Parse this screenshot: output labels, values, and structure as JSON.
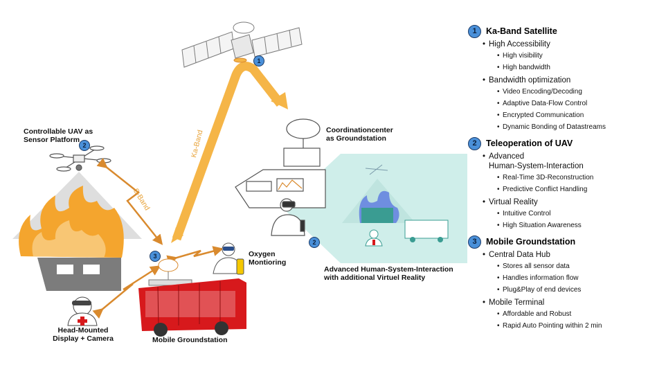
{
  "labels": {
    "uav": "Controllable UAV as\nSensor Platform",
    "coord": "Coordinationcenter\nas Groundstation",
    "oxygen": "Oxygen\nMontioring",
    "advanced": "Advanced Human-System-Interaction\nwith additional Virtuel Reality",
    "hmd": "Head-Mounted\nDisplay + Camera",
    "mobile": "Mobile Groundstation"
  },
  "bands": {
    "ka": "Ka-Band",
    "s": "S-Band"
  },
  "badges": {
    "one": "1",
    "two": "2",
    "three": "3"
  },
  "colors": {
    "arrow_orange": "#f5b547",
    "link_orange": "#d98a2e",
    "badge_blue": "#4a90d9",
    "vr_teal": "#cfeeea",
    "truck_red": "#d7191c",
    "fire_orange": "#f4a52e"
  },
  "legend": [
    {
      "num": "1",
      "title": "Ka-Band Satellite",
      "items": [
        {
          "label": "High Accessibility",
          "sub": [
            "High visibility",
            "High bandwidth"
          ]
        },
        {
          "label": "Bandwidth optimization",
          "sub": [
            "Video Encoding/Decoding",
            "Adaptive Data-Flow Control",
            "Encrypted Communication",
            "Dynamic Bonding of Datastreams"
          ]
        }
      ]
    },
    {
      "num": "2",
      "title": "Teleoperation of UAV",
      "items": [
        {
          "label": "Advanced\nHuman-System-Interaction",
          "sub": [
            "Real-Time 3D-Reconstruction",
            "Predictive Conflict Handling"
          ]
        },
        {
          "label": "Virtual Reality",
          "sub": [
            "Intuitive Control",
            "High Situation Awareness"
          ]
        }
      ]
    },
    {
      "num": "3",
      "title": "Mobile Groundstation",
      "items": [
        {
          "label": "Central Data Hub",
          "sub": [
            "Stores all sensor data",
            "Handles information flow",
            "Plug&Play of end devices"
          ]
        },
        {
          "label": "Mobile Terminal",
          "sub": [
            "Affordable and Robust",
            "Rapid Auto Pointing within 2 min"
          ]
        }
      ]
    }
  ]
}
